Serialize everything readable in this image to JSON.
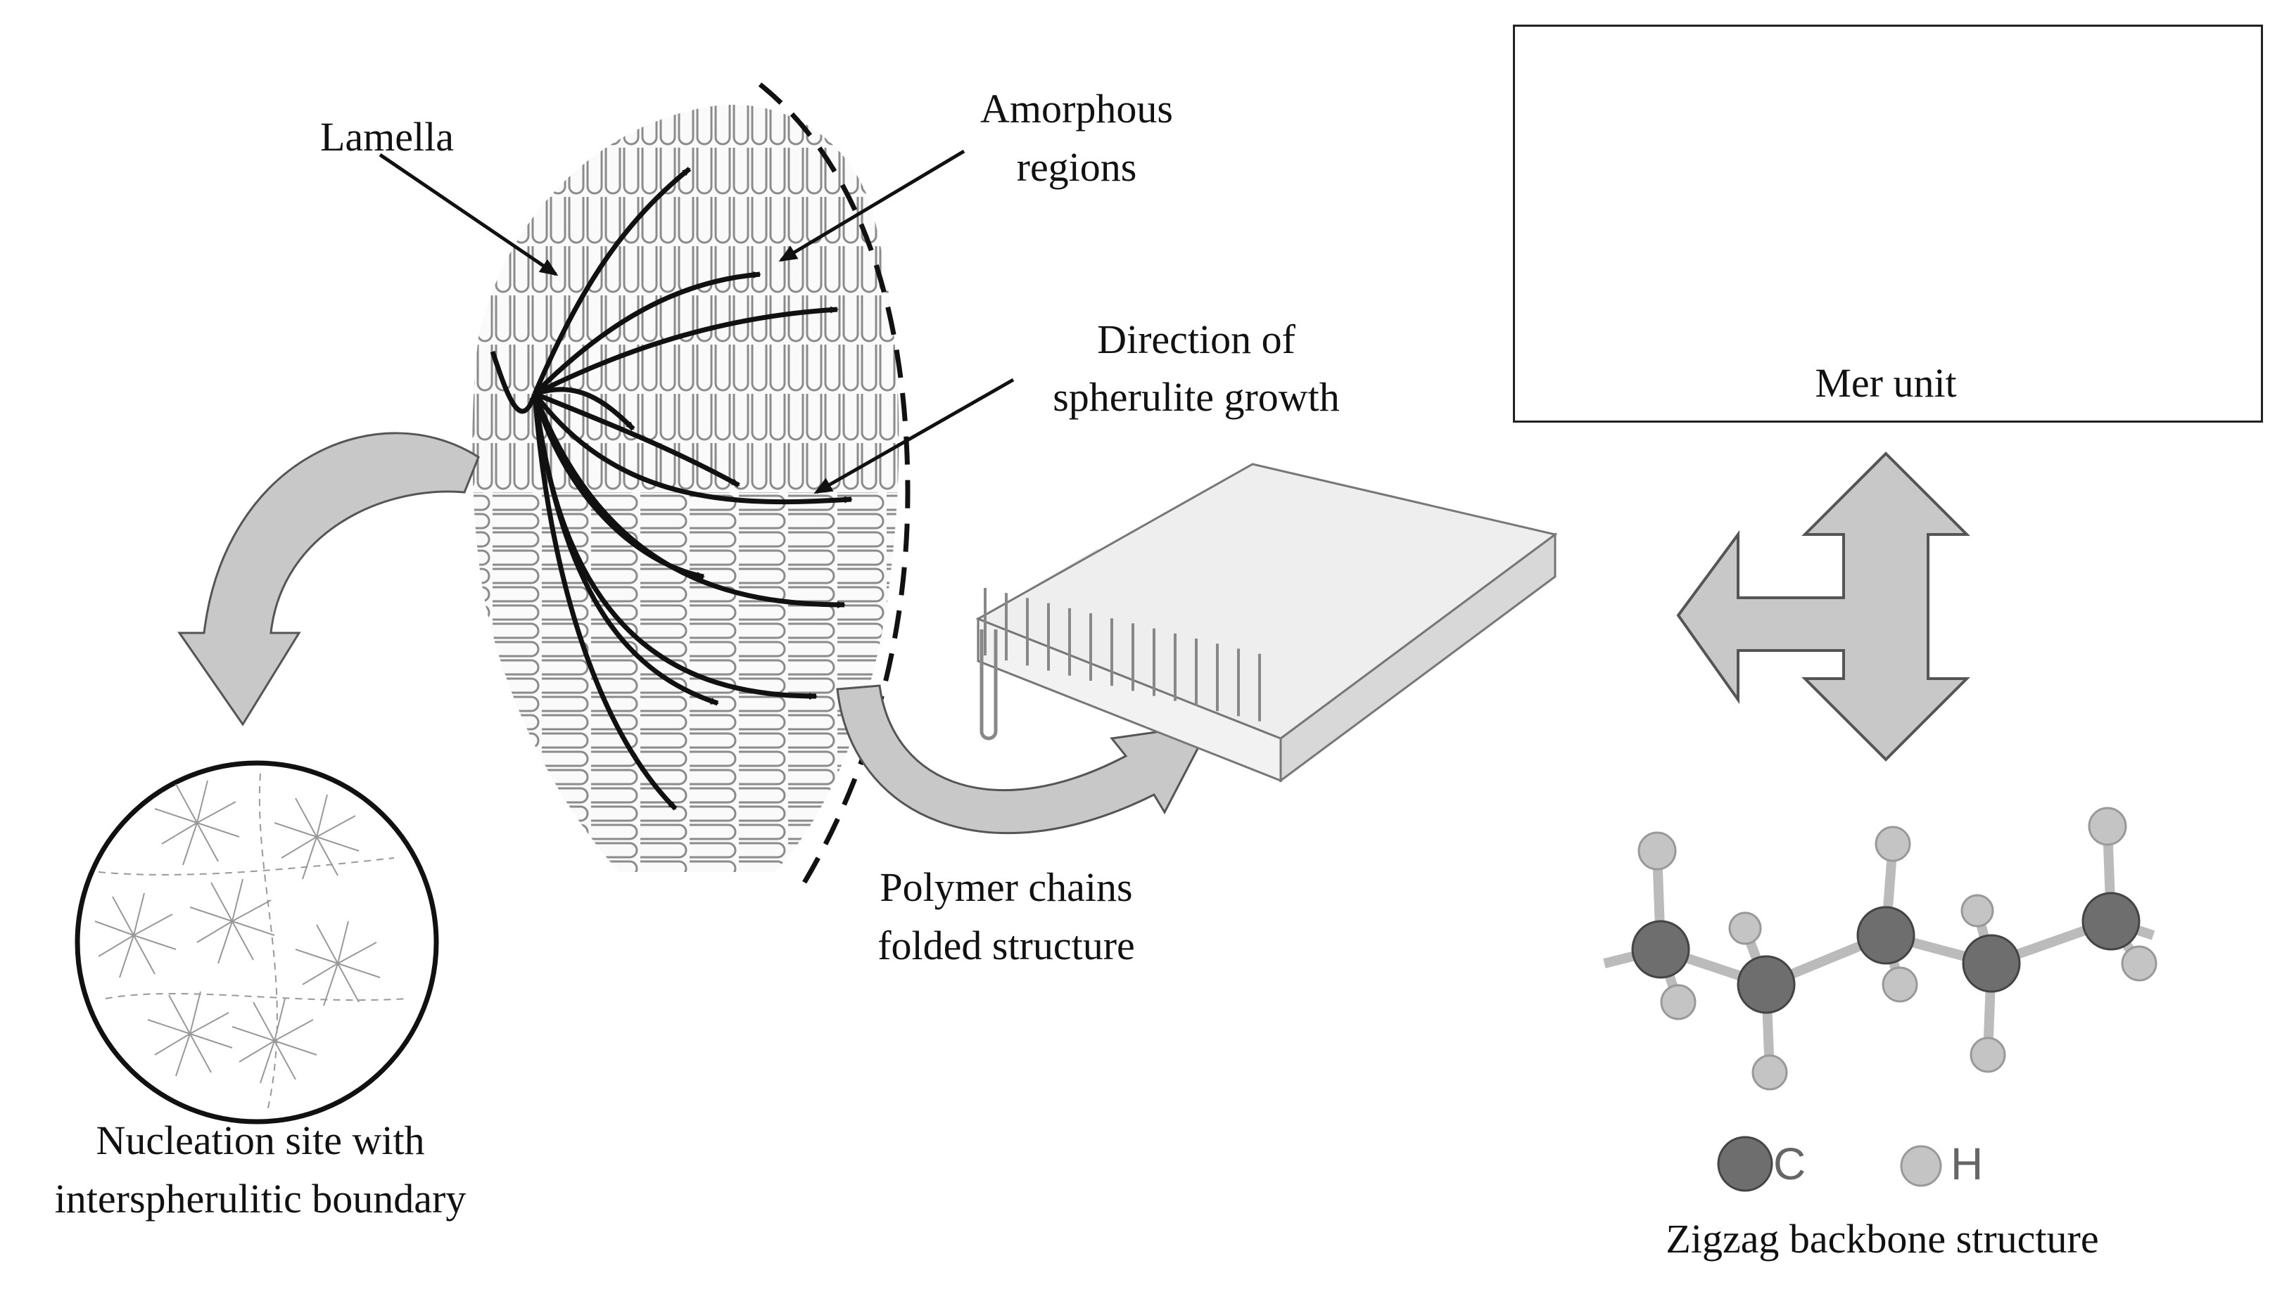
{
  "labels": {
    "lamella": "Lamella",
    "amorphous_line1": "Amorphous",
    "amorphous_line2": "regions",
    "direction_line1": "Direction of",
    "direction_line2": "spherulite growth",
    "polymer_line1": "Polymer chains",
    "polymer_line2": "folded structure",
    "nucleation_line1": "Nucleation site with",
    "nucleation_line2": "interspherulitic boundary",
    "mer_unit": "Mer unit",
    "zigzag": "Zigzag backbone structure"
  },
  "atoms": {
    "carbon": "C",
    "hydrogen": "H"
  },
  "legend": {
    "carbon": "C",
    "hydrogen": "H"
  },
  "colors": {
    "arrow_fill": "#c8c8c8",
    "arrow_stroke": "#555555",
    "carbon_atom": "#6e6e6e",
    "hydrogen_atom": "#c4c4c4",
    "line": "#111111"
  }
}
